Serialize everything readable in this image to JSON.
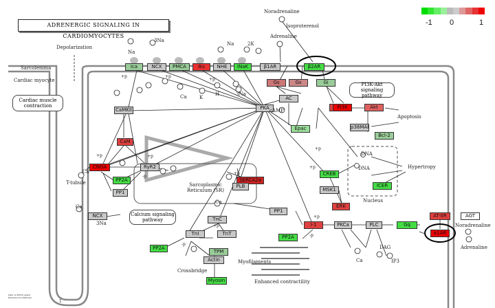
{
  "title": "ADRENERGIC SIGNALING IN CARDIOMYOCYTES",
  "legend": {
    "min_label": "-1",
    "mid_label": "0",
    "max_label": "1",
    "colors": [
      "#00dd00",
      "#33e633",
      "#66ee66",
      "#99f099",
      "#bbbbbb",
      "#cccccc",
      "#dd9999",
      "#e06666",
      "#e63333",
      "#ee0000"
    ]
  },
  "colors": {
    "green": "#44dd44",
    "light_green": "#99dd99",
    "grey": "#c8c8c8",
    "light_red": "#d98c8c",
    "red": "#e83030",
    "bright_red": "#ee0000"
  },
  "genes": [
    {
      "id": "ira",
      "label": "Ica",
      "color": "#99cc99"
    },
    {
      "id": "ncx-top",
      "label": "NCX",
      "color": "#c8c8c8"
    },
    {
      "id": "pmca",
      "label": "PMCA",
      "color": "#99cc99"
    },
    {
      "id": "iks",
      "label": "Iks",
      "color": "#e83030"
    },
    {
      "id": "nhe",
      "label": "NHE",
      "color": "#c8c8c8"
    },
    {
      "id": "inak",
      "label": "INaK",
      "color": "#44dd44"
    },
    {
      "id": "b1ar",
      "label": "β1AR",
      "color": "#c8c8c8"
    },
    {
      "id": "b2ar",
      "label": "β2AR",
      "color": "#44dd44"
    },
    {
      "id": "gs1",
      "label": "Gs",
      "color": "#cc7777"
    },
    {
      "id": "gs2",
      "label": "Gs",
      "color": "#cc8888"
    },
    {
      "id": "gi",
      "label": "Gi",
      "color": "#99cc99"
    },
    {
      "id": "ac",
      "label": "AC",
      "color": "#c8c8c8"
    },
    {
      "id": "erk1",
      "label": "ERK",
      "color": "#e04040"
    },
    {
      "id": "pi3k",
      "label": "PI3K",
      "color": "#ee0000"
    },
    {
      "id": "akt",
      "label": "Akt",
      "color": "#e06060"
    },
    {
      "id": "epac",
      "label": "Epac",
      "color": "#99dd99"
    },
    {
      "id": "p38",
      "label": "p38MAPK",
      "color": "#c8c8c8"
    },
    {
      "id": "bcl2",
      "label": "Bcl-2",
      "color": "#99cc99"
    },
    {
      "id": "pka",
      "label": "PKA",
      "color": "#c8c8c8"
    },
    {
      "id": "camkii",
      "label": "CaMKII",
      "color": "#c8c8c8"
    },
    {
      "id": "cam",
      "label": "CaM",
      "color": "#e04040"
    },
    {
      "id": "cnga",
      "label": "CNGA",
      "color": "#ee0000"
    },
    {
      "id": "ryr2",
      "label": "RyR2",
      "color": "#c8c8c8"
    },
    {
      "id": "pp2a1",
      "label": "PP2A",
      "color": "#44dd44"
    },
    {
      "id": "pp1a",
      "label": "PP1",
      "color": "#c8c8c8"
    },
    {
      "id": "serca2",
      "label": "SERCA2a",
      "color": "#cc2222"
    },
    {
      "id": "plb",
      "label": "PLB",
      "color": "#c8c8c8"
    },
    {
      "id": "creb",
      "label": "CREB",
      "color": "#44dd44"
    },
    {
      "id": "msk1",
      "label": "MSK1",
      "color": "#c8c8c8"
    },
    {
      "id": "icer",
      "label": "ICER",
      "color": "#44dd44"
    },
    {
      "id": "erk2",
      "label": "ERK",
      "color": "#e04040"
    },
    {
      "id": "ncx-bot",
      "label": "NCX",
      "color": "#c8c8c8"
    },
    {
      "id": "pp1b",
      "label": "PP1",
      "color": "#c8c8c8"
    },
    {
      "id": "i1",
      "label": "I-1",
      "color": "#e04040"
    },
    {
      "id": "pp2a2",
      "label": "PP2A",
      "color": "#44dd44"
    },
    {
      "id": "pkca",
      "label": "PKCa",
      "color": "#c8c8c8"
    },
    {
      "id": "plc",
      "label": "PLC",
      "color": "#c8c8c8"
    },
    {
      "id": "gq",
      "label": "Gq",
      "color": "#44dd44"
    },
    {
      "id": "at1r",
      "label": "AT-IIR",
      "color": "#e04040"
    },
    {
      "id": "agt",
      "label": "AGT",
      "color": "#ffffff"
    },
    {
      "id": "a1ar",
      "label": "α1AR",
      "color": "#ee0000"
    },
    {
      "id": "tnc",
      "label": "TnC",
      "color": "#c8c8c8"
    },
    {
      "id": "tni",
      "label": "TnI",
      "color": "#c8c8c8"
    },
    {
      "id": "tnt",
      "label": "TnT",
      "color": "#c8c8c8"
    },
    {
      "id": "pp2a3",
      "label": "PP2A",
      "color": "#44dd44"
    },
    {
      "id": "tpm",
      "label": "TPM",
      "color": "#99cc99"
    },
    {
      "id": "actin",
      "label": "Actin",
      "color": "#c8c8c8"
    },
    {
      "id": "myosin",
      "label": "Myosin",
      "color": "#44dd44"
    }
  ],
  "labels": {
    "noradrenaline_top": "Noradrenaline",
    "isoproterenol": "Isoproterenol",
    "adrenaline_top": "Adrenaline",
    "depolarization": "Depolarization",
    "sarcolemma": "Sarcolemma",
    "cardiac_myocyte": "Cardiac myocyte",
    "cardiac_contraction": "Cardiac muscle contraction",
    "pi3k_akt": "PI3K-Akt signaling pathway",
    "apoptosis": "Apoptosis",
    "camp": "cAMP",
    "dna1": "DNA",
    "dna2": "DNA",
    "hypertrophy": "Hypertropy",
    "nucleus": "Nucleus",
    "sr": "Sarcoplasmic Reticulum (SR)",
    "calcium_signaling": "Calcium signaling pathway",
    "t_tubule": "T-tubule",
    "myofilaments": "Myofilaments",
    "crossbridge": "Crossbridge",
    "enhanced_contractility": "Enhanced contractility",
    "noradrenaline_bot": "Noradrenaline",
    "adrenaline_bot": "Adrenaline",
    "dag": "DAG",
    "ip3": "IP3",
    "na": "Na",
    "three_na": "3Na",
    "ca": "Ca",
    "k": "K",
    "h": "H",
    "two_k": "2K",
    "plus_p": "+p",
    "minus_p": "-p",
    "copyright": "Data on KEGG graph\nRendered by Pathview",
    "page_num": "1"
  }
}
